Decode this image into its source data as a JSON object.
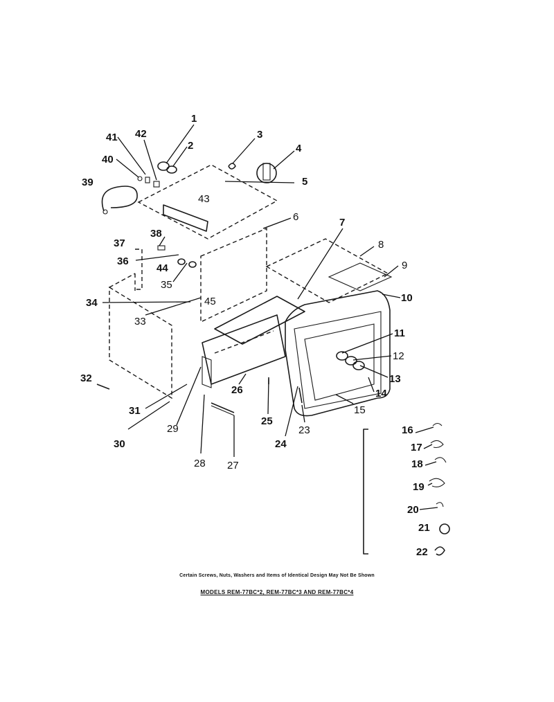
{
  "diagram": {
    "callouts": [
      "1",
      "2",
      "3",
      "4",
      "5",
      "6",
      "7",
      "8",
      "9",
      "10",
      "11",
      "12",
      "13",
      "14",
      "15",
      "16",
      "17",
      "18",
      "19",
      "20",
      "21",
      "22",
      "23",
      "24",
      "25",
      "26",
      "27",
      "28",
      "29",
      "30",
      "31",
      "32",
      "33",
      "34",
      "35",
      "36",
      "37",
      "38",
      "39",
      "40",
      "41",
      "42",
      "43",
      "44",
      "45"
    ]
  },
  "footnotes": {
    "caption": "Certain Screws, Nuts, Washers and Items of Identical Design May Not Be Shown",
    "models": "MODELS REM-77BC*2, REM-77BC*3 AND REM-77BC*4"
  },
  "colors": {
    "line": "#1a1a1a",
    "background": "#ffffff"
  }
}
